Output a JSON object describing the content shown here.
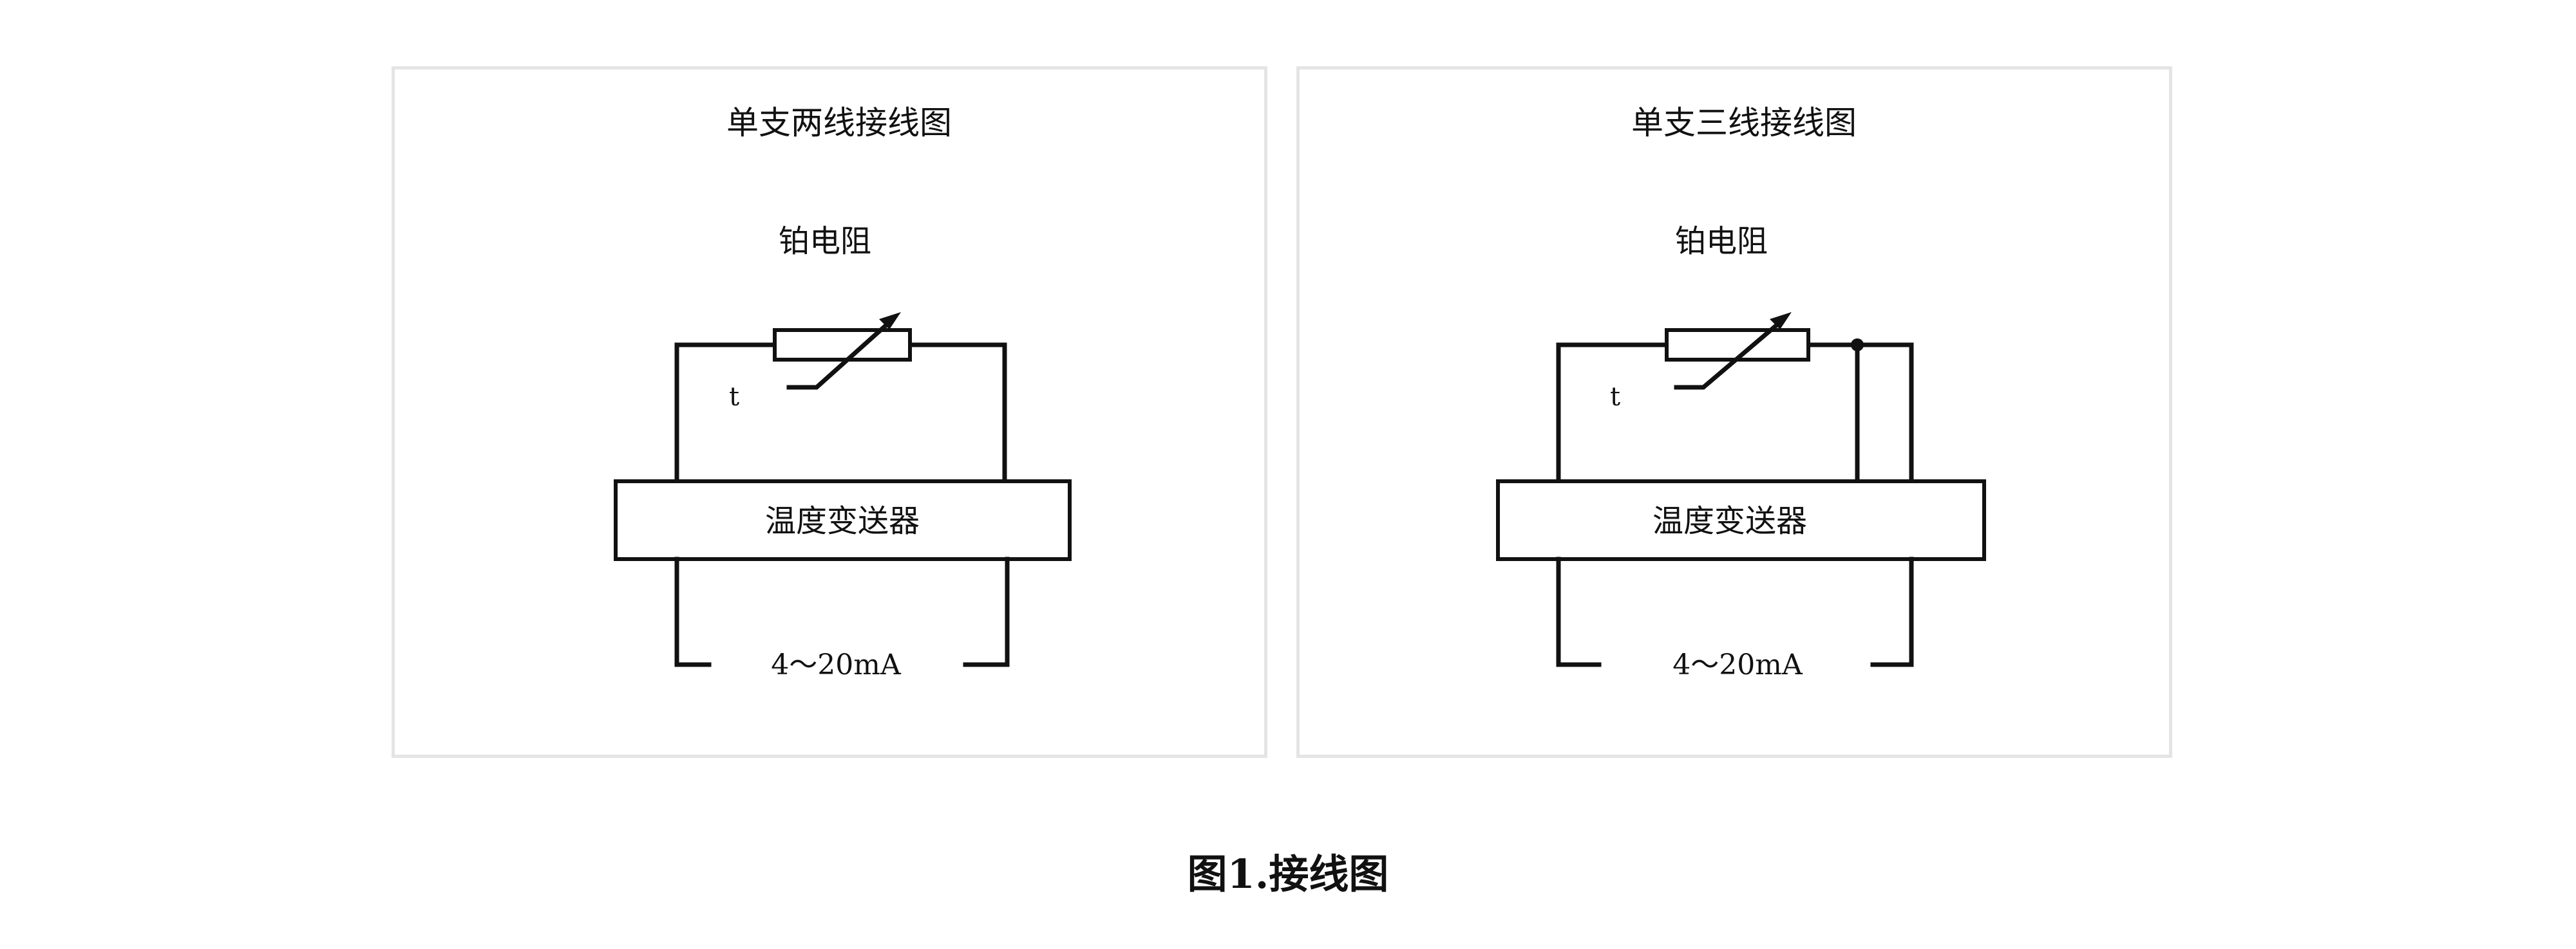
{
  "diagrams": {
    "two_wire": {
      "title": "单支两线接线图",
      "resistor_label": "铂电阻",
      "temp_symbol": "t",
      "transmitter_label": "温度变送器",
      "output_label": "4～20mA"
    },
    "three_wire": {
      "title": "单支三线接线图",
      "resistor_label": "铂电阻",
      "temp_symbol": "t",
      "transmitter_label": "温度变送器",
      "output_label": "4～20mA"
    }
  },
  "caption": "图1.接线图"
}
